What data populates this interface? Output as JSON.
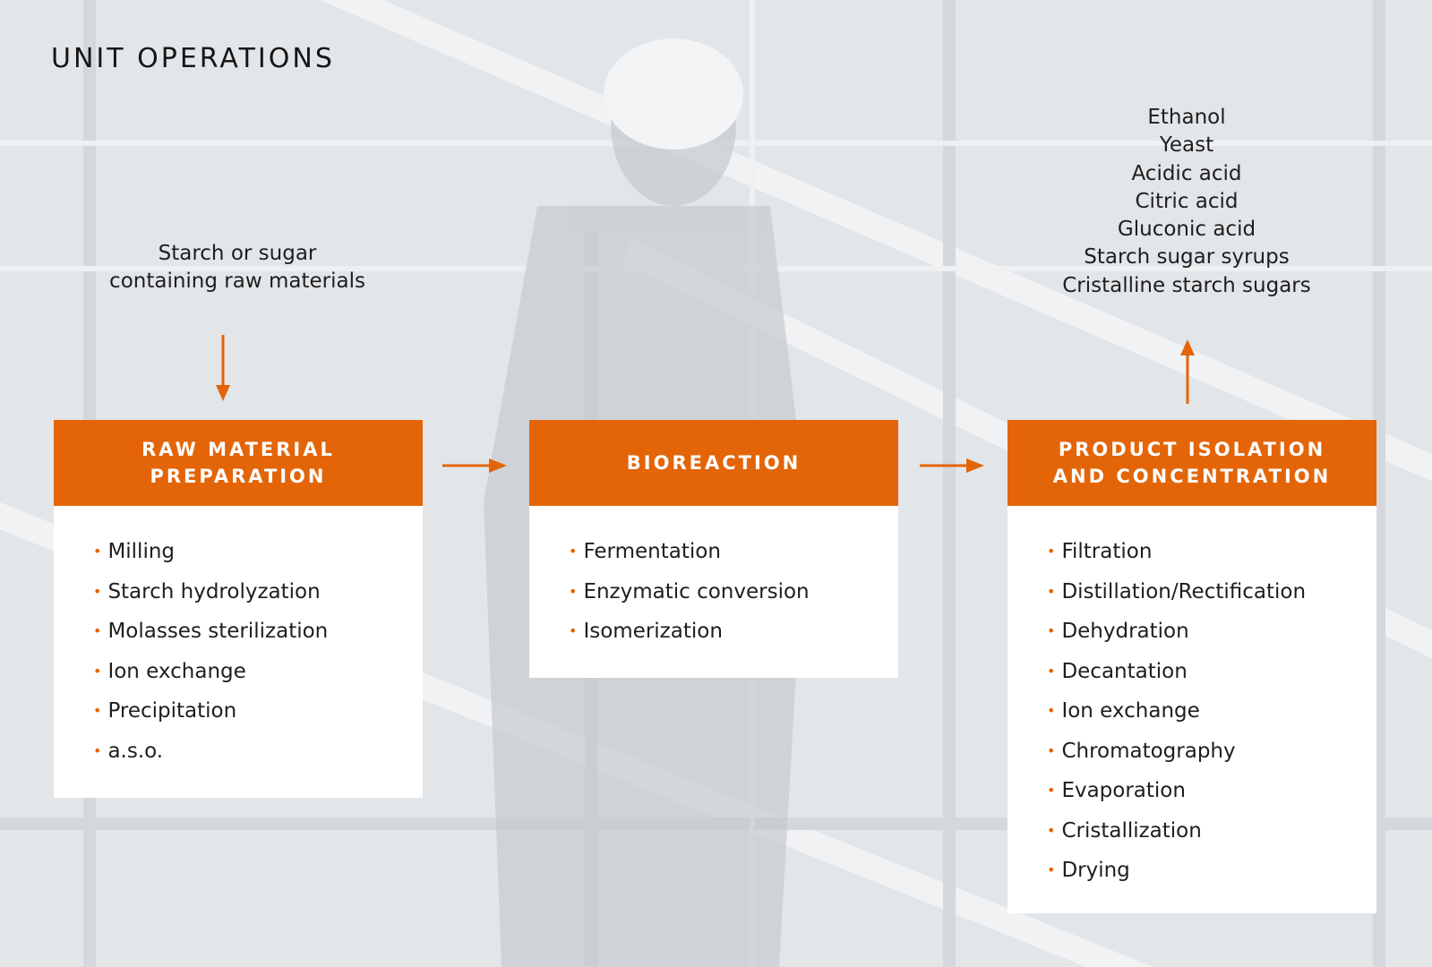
{
  "title": "UNIT OPERATIONS",
  "input_label": "Starch or sugar\ncontaining raw materials",
  "outputs": [
    "Ethanol",
    "Yeast",
    "Acidic acid",
    "Citric acid",
    "Gluconic acid",
    "Starch sugar syrups",
    "Cristalline starch sugars"
  ],
  "colors": {
    "accent": "#e36508",
    "box": "#ffffff",
    "text": "#1e1e1e"
  },
  "bullet_glyph": "•",
  "stages": [
    {
      "title": "RAW MATERIAL\nPREPARATION",
      "items": [
        "Milling",
        "Starch hydrolyzation",
        "Molasses sterilization",
        "Ion exchange",
        "Precipitation",
        "a.s.o."
      ]
    },
    {
      "title": "BIOREACTION",
      "items": [
        "Fermentation",
        "Enzymatic conversion",
        "Isomerization"
      ]
    },
    {
      "title": "PRODUCT ISOLATION\nAND CONCENTRATION",
      "items": [
        "Filtration",
        "Distillation/Rectification",
        "Dehydration",
        "Decantation",
        "Ion exchange",
        "Chromatography",
        "Evaporation",
        "Cristallization",
        "Drying"
      ]
    }
  ]
}
